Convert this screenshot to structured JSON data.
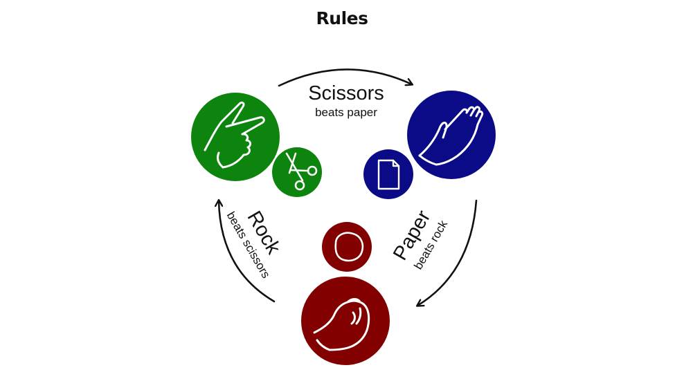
{
  "title": "Rules",
  "colors": {
    "scissors": "#0d840d",
    "paper": "#0b0b87",
    "rock": "#820000",
    "text": "#111111",
    "background": "#ffffff"
  },
  "scissors": {
    "name": "Scissors",
    "rule": "beats paper",
    "hand_icon": "victory-hand-icon",
    "symbol_icon": "scissors-icon"
  },
  "paper": {
    "name": "Paper",
    "rule": "beats rock",
    "hand_icon": "open-hand-icon",
    "symbol_icon": "document-icon"
  },
  "rock": {
    "name": "Rock",
    "rule": "beats scissors",
    "hand_icon": "fist-icon",
    "symbol_icon": "stone-icon"
  }
}
